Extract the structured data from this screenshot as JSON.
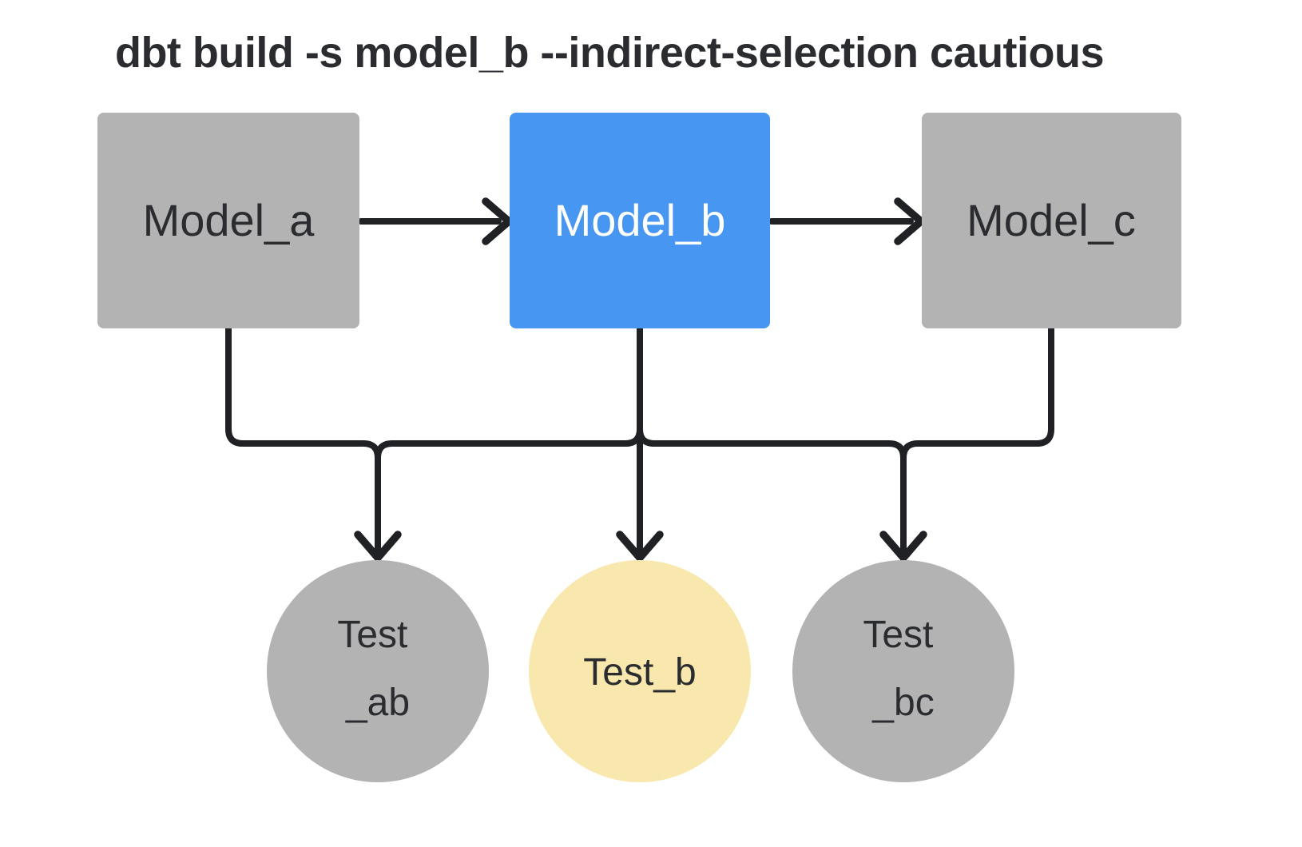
{
  "title": "dbt build -s model_b --indirect-selection cautious",
  "colors": {
    "background": "#ffffff",
    "node_gray": "#b3b3b3",
    "selected_blue": "#4696f2",
    "selected_yellow": "#f9e8ad",
    "line": "#202124",
    "text_dark": "#2a2c2f",
    "text_light": "#ffffff"
  },
  "nodes": {
    "model_a": {
      "label": "Model_a"
    },
    "model_b": {
      "label": "Model_b"
    },
    "model_c": {
      "label": "Model_c"
    },
    "test_ab": {
      "line1": "Test",
      "line2": "_ab"
    },
    "test_b": {
      "label": "Test_b"
    },
    "test_bc": {
      "line1": "Test",
      "line2": "_bc"
    }
  },
  "edges": [
    {
      "from": "model_a",
      "to": "model_b"
    },
    {
      "from": "model_b",
      "to": "model_c"
    },
    {
      "from": "model_a",
      "to": "test_ab"
    },
    {
      "from": "model_b",
      "to": "test_ab"
    },
    {
      "from": "model_b",
      "to": "test_b"
    },
    {
      "from": "model_b",
      "to": "test_bc"
    },
    {
      "from": "model_c",
      "to": "test_bc"
    }
  ]
}
